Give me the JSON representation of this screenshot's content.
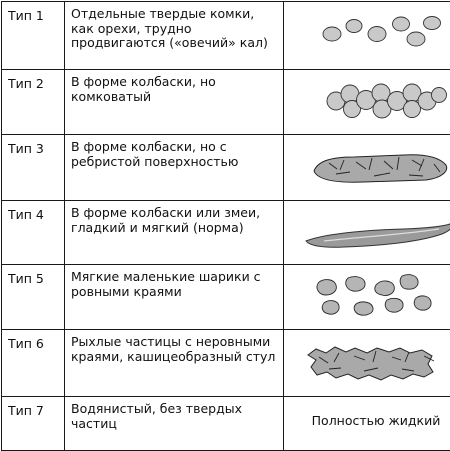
{
  "rows": [
    {
      "type": "Тип 1",
      "desc": "Отдельные твердые комки, как орехи, трудно продвигаются («овечий» кал)",
      "image": "separate-hard-lumps"
    },
    {
      "type": "Тип 2",
      "desc": "В форме колбаски, но комковатый",
      "image": "lumpy-sausage"
    },
    {
      "type": "Тип 3",
      "desc": "В форме колбаски, но с ребристой поверхностью",
      "image": "cracked-sausage"
    },
    {
      "type": "Тип 4",
      "desc": "В форме колбаски или змеи, гладкий и мягкий (норма)",
      "image": "smooth-snake"
    },
    {
      "type": "Тип 5",
      "desc": "Мягкие маленькие шарики с ровными краями",
      "image": "soft-blobs"
    },
    {
      "type": "Тип 6",
      "desc": "Рыхлые частицы с неровными краями, кашицеобразный стул",
      "image": "fluffy-pieces"
    },
    {
      "type": "Тип 7",
      "desc": "Водянистый, без твердых частиц",
      "liquid_label": "Полностью жидкий"
    }
  ]
}
